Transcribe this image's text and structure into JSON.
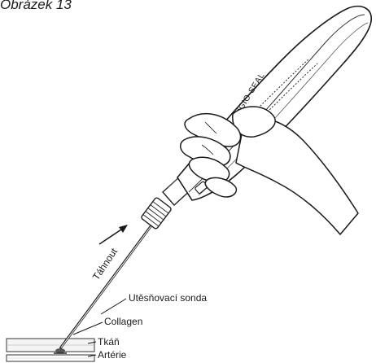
{
  "figure": {
    "title": "Obrázek 13",
    "device_brand": "ANGIO-SEAL",
    "labels": {
      "pull": "Táhnout",
      "sealing_probe": "Utěsňovací sonda",
      "collagen": "Collagen",
      "tissue": "Tkáň",
      "artery": "Artérie"
    }
  }
}
